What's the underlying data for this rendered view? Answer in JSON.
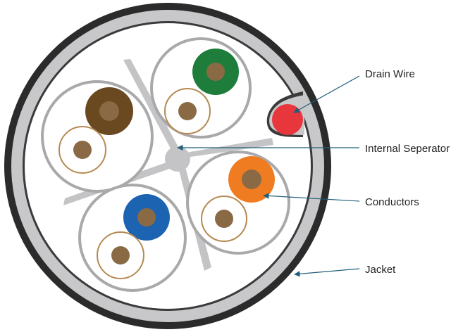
{
  "labels": {
    "drain_wire": "Drain Wire",
    "internal_separator": "Internal Seperator",
    "conductors": "Conductors",
    "jacket": "Jacket"
  },
  "colors": {
    "jacket_outer": "#2b2b2b",
    "jacket_fill": "#c8c8ca",
    "shield_inner": "#ffffff",
    "pair_ring": "#a9a9ab",
    "separator": "#c4c4c6",
    "conductor_core": "#8a6a45",
    "striped_insulation": "#ffffff",
    "striped_edge": "#b58a52",
    "drain_wire": "#e8363d",
    "leader_line": "#1f5f7a",
    "pair_brown": "#6a4820",
    "pair_green": "#1e7d3b",
    "pair_orange": "#f07c22",
    "pair_blue": "#1c63b2"
  }
}
